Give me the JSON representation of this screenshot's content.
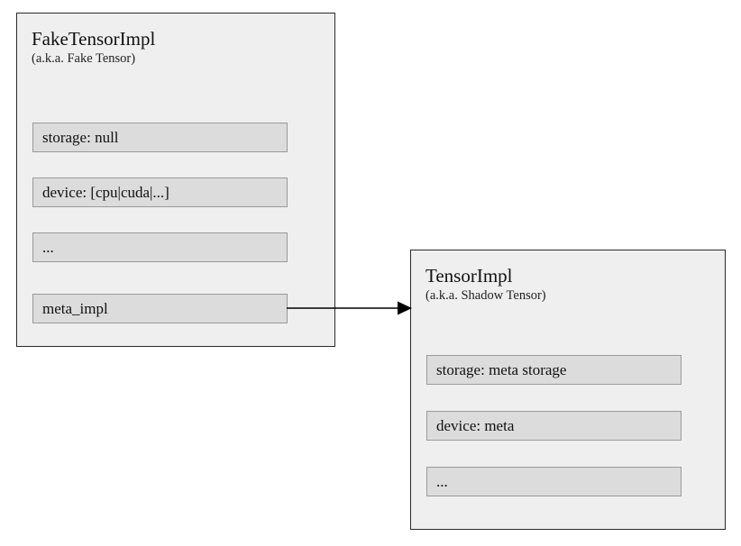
{
  "diagram": {
    "type": "block-diagram",
    "nodes": [
      {
        "id": "fake-tensor-impl",
        "title": "FakeTensorImpl",
        "subtitle": "(a.k.a. Fake Tensor)",
        "fields": [
          "storage: null",
          "device: [cpu|cuda|...]",
          "...",
          "meta_impl"
        ]
      },
      {
        "id": "tensor-impl",
        "title": "TensorImpl",
        "subtitle": "(a.k.a. Shadow Tensor)",
        "fields": [
          "storage: meta storage",
          "device: meta",
          "..."
        ]
      }
    ],
    "edge": {
      "from_node": "FakeTensorImpl",
      "from_field": "meta_impl",
      "to_node": "TensorImpl",
      "style": "solid-arrow"
    },
    "colors": {
      "node_bg": "#efefef",
      "node_border": "#2b2b2b",
      "field_bg": "#dcdcdc",
      "field_border": "#9a9a9a",
      "arrow": "#000000",
      "page_bg": "#ffffff"
    }
  }
}
